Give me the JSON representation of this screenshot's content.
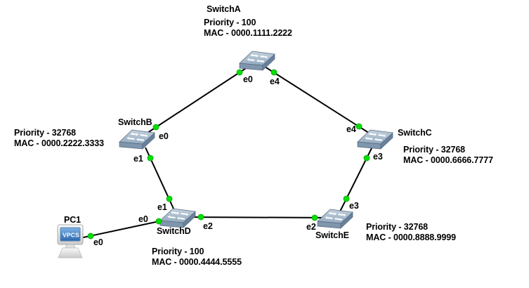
{
  "diagram": {
    "type": "network-topology",
    "colors": {
      "background": "#ffffff",
      "link": "#000000",
      "port_dot": "#00e000",
      "switch_top": "#a7bacc",
      "switch_front": "#7f96ad",
      "pc_screen": "#3f7cc0"
    },
    "nodes": {
      "switch_a": {
        "name": "SwitchA",
        "priority": "Priority - 100",
        "mac": "MAC - 0000.1111.2222",
        "ports": {
          "e0": "e0",
          "e4": "e4"
        }
      },
      "switch_b": {
        "name": "SwitchB",
        "priority": "Priority - 32768",
        "mac": "MAC - 0000.2222.3333",
        "ports": {
          "e0": "e0",
          "e1": "e1"
        }
      },
      "switch_c": {
        "name": "SwitchC",
        "priority": "Priority - 32768",
        "mac": "MAC - 0000.6666.7777",
        "ports": {
          "e4": "e4",
          "e3": "e3"
        }
      },
      "switch_d": {
        "name": "SwitchD",
        "priority": "Priority - 100",
        "mac": "MAC - 0000.4444.5555",
        "ports": {
          "e1": "e1",
          "e0": "e0",
          "e2": "e2"
        }
      },
      "switch_e": {
        "name": "SwitchE",
        "priority": "Priority - 32768",
        "mac": "MAC - 0000.8888.9999",
        "ports": {
          "e3": "e3",
          "e2": "e2"
        }
      },
      "pc1": {
        "name": "PC1",
        "screen_text": "VPCS",
        "ports": {
          "e0": "e0"
        }
      }
    },
    "links": [
      {
        "from": "SwitchA",
        "from_port": "e0",
        "to": "SwitchB",
        "to_port": "e0"
      },
      {
        "from": "SwitchA",
        "from_port": "e4",
        "to": "SwitchC",
        "to_port": "e4"
      },
      {
        "from": "SwitchB",
        "from_port": "e1",
        "to": "SwitchD",
        "to_port": "e1"
      },
      {
        "from": "SwitchC",
        "from_port": "e3",
        "to": "SwitchE",
        "to_port": "e3"
      },
      {
        "from": "SwitchD",
        "from_port": "e2",
        "to": "SwitchE",
        "to_port": "e2"
      },
      {
        "from": "PC1",
        "from_port": "e0",
        "to": "SwitchD",
        "to_port": "e0"
      }
    ]
  }
}
